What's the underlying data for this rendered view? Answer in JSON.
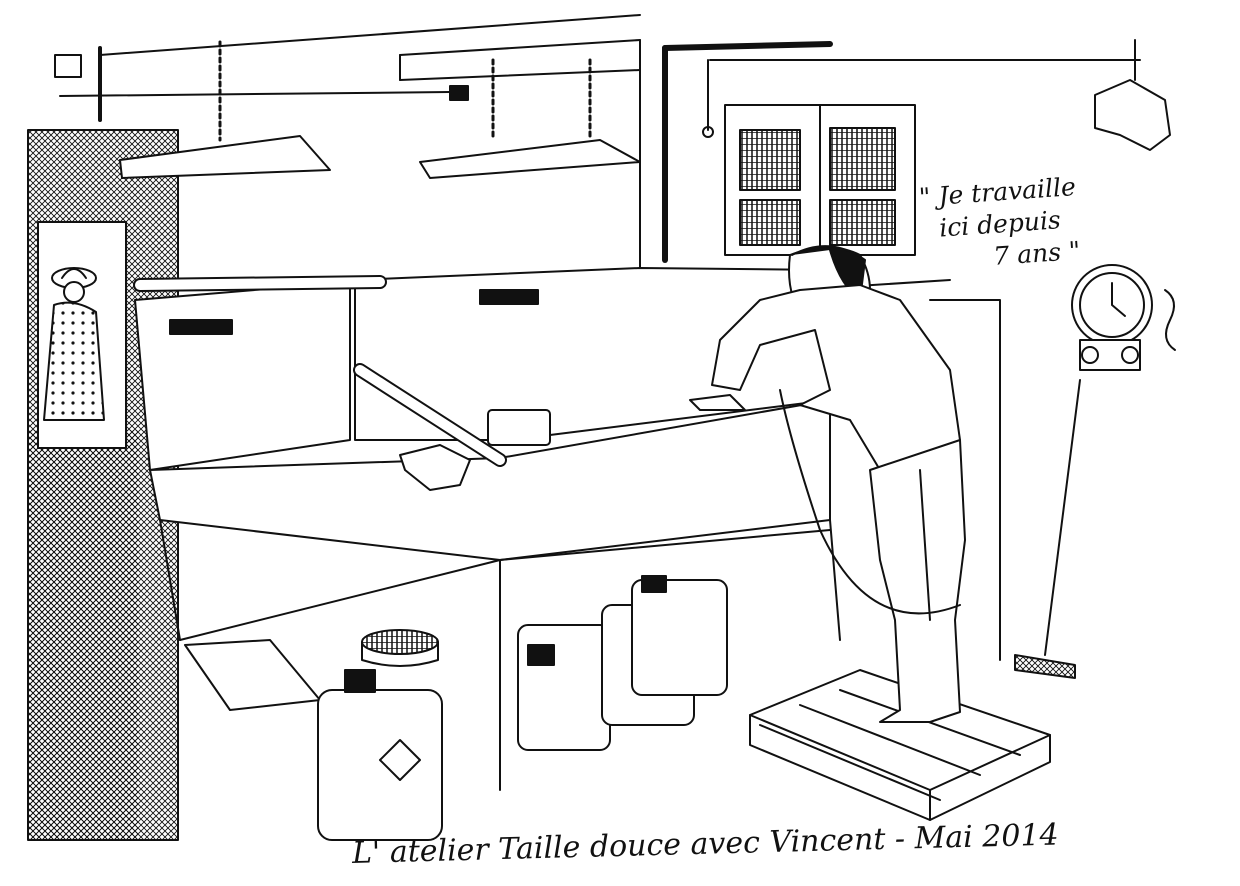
{
  "drawing": {
    "quote": {
      "line1": "\" Je travaille",
      "line2": "ici depuis",
      "line3": "7 ans \""
    },
    "caption": "L' atelier Taille douce avec Vincent - Mai 2014",
    "ink_color": "#111111",
    "paper_color": "#ffffff"
  }
}
